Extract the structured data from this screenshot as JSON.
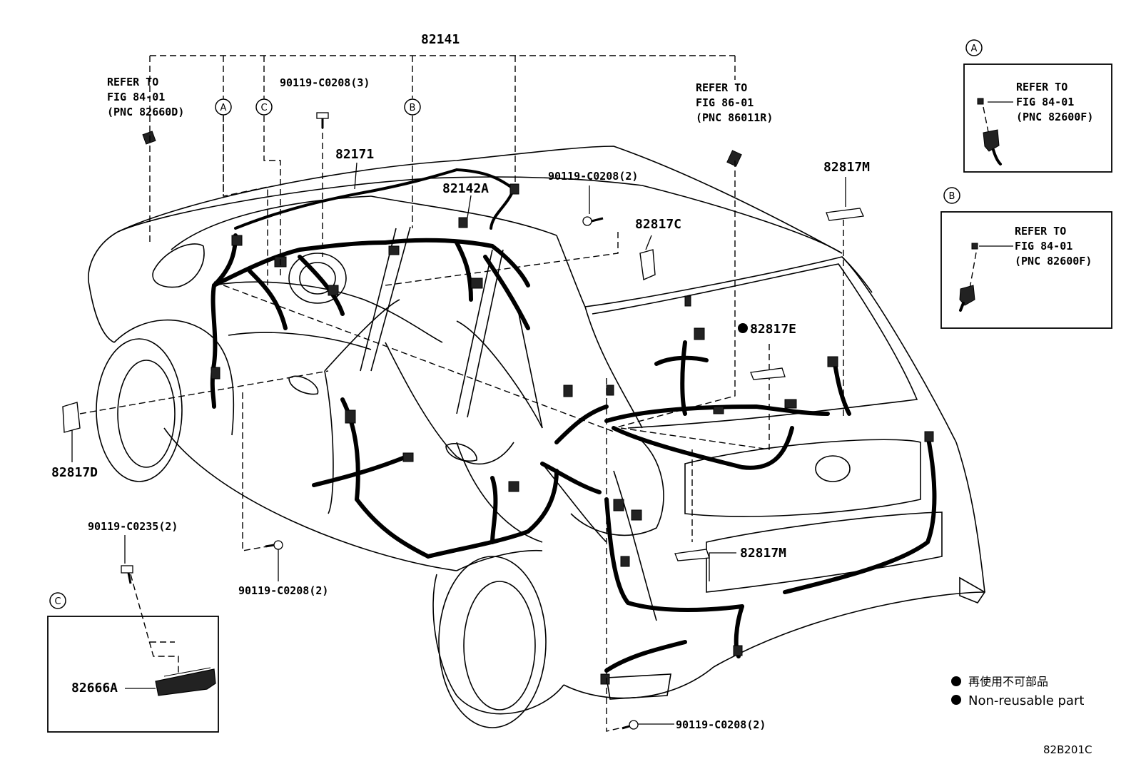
{
  "parts": {
    "p82141": "82141",
    "p82171": "82171",
    "p82142A": "82142A",
    "p82817C": "82817C",
    "p82817D": "82817D",
    "p82817E": "82817E",
    "p82817M_top": "82817M",
    "p82817M_bottom": "82817M",
    "p82666A": "82666A"
  },
  "bolts": {
    "b_c0208_3": "90119-C0208(3)",
    "b_c0208_2_top": "90119-C0208(2)",
    "b_c0235_2": "90119-C0235(2)",
    "b_c0208_2_mid": "90119-C0208(2)",
    "b_c0208_2_bottom": "90119-C0208(2)"
  },
  "refs": {
    "left": [
      "REFER TO",
      "FIG 84-01",
      "(PNC 82660D)"
    ],
    "right": [
      "REFER TO",
      "FIG 86-01",
      "(PNC 86011R)"
    ],
    "inset_a": [
      "REFER TO",
      "FIG 84-01",
      "(PNC 82600F)"
    ],
    "inset_b": [
      "REFER TO",
      "FIG 84-01",
      "(PNC 82600F)"
    ]
  },
  "tags": {
    "a": "A",
    "b": "B",
    "c": "C"
  },
  "legend": {
    "jp": "再使用不可部品",
    "en": "Non-reusable part"
  },
  "figure_code": "82B201C"
}
